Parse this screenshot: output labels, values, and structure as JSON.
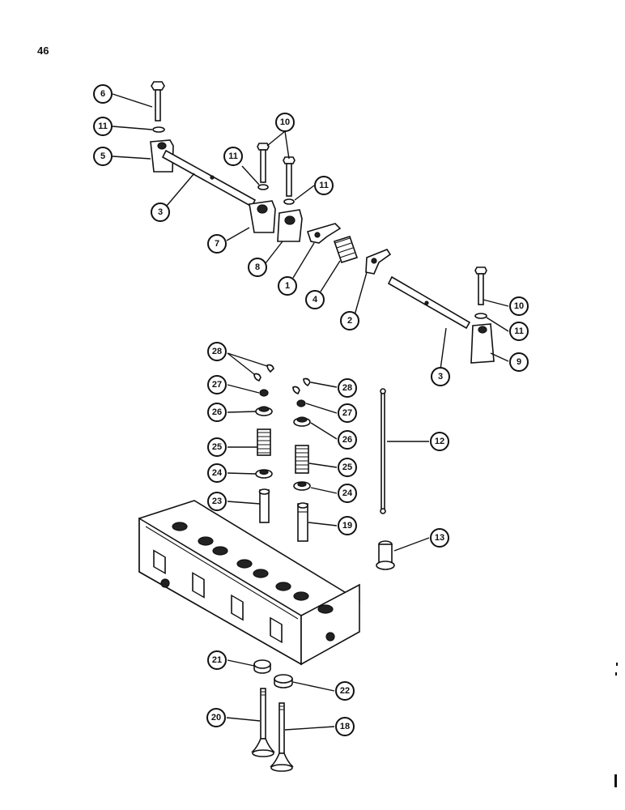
{
  "page": {
    "number": "46"
  },
  "callouts": [
    {
      "id": "c6a",
      "label": "6"
    },
    {
      "id": "c11a",
      "label": "11"
    },
    {
      "id": "c5",
      "label": "5"
    },
    {
      "id": "c10a",
      "label": "10"
    },
    {
      "id": "c11b",
      "label": "11"
    },
    {
      "id": "c11c",
      "label": "11"
    },
    {
      "id": "c3a",
      "label": "3"
    },
    {
      "id": "c7",
      "label": "7"
    },
    {
      "id": "c8",
      "label": "8"
    },
    {
      "id": "c1",
      "label": "1"
    },
    {
      "id": "c4",
      "label": "4"
    },
    {
      "id": "c2",
      "label": "2"
    },
    {
      "id": "c10b",
      "label": "10"
    },
    {
      "id": "c11d",
      "label": "11"
    },
    {
      "id": "c9",
      "label": "9"
    },
    {
      "id": "c3b",
      "label": "3"
    },
    {
      "id": "c28a",
      "label": "28"
    },
    {
      "id": "c27a",
      "label": "27"
    },
    {
      "id": "c28b",
      "label": "28"
    },
    {
      "id": "c26a",
      "label": "26"
    },
    {
      "id": "c27b",
      "label": "27"
    },
    {
      "id": "c12",
      "label": "12"
    },
    {
      "id": "c26b",
      "label": "26"
    },
    {
      "id": "c25a",
      "label": "25"
    },
    {
      "id": "c25b",
      "label": "25"
    },
    {
      "id": "c24a",
      "label": "24"
    },
    {
      "id": "c24b",
      "label": "24"
    },
    {
      "id": "c23",
      "label": "23"
    },
    {
      "id": "c19",
      "label": "19"
    },
    {
      "id": "c13",
      "label": "13"
    },
    {
      "id": "c21",
      "label": "21"
    },
    {
      "id": "c22",
      "label": "22"
    },
    {
      "id": "c20",
      "label": "20"
    },
    {
      "id": "c18",
      "label": "18"
    }
  ]
}
